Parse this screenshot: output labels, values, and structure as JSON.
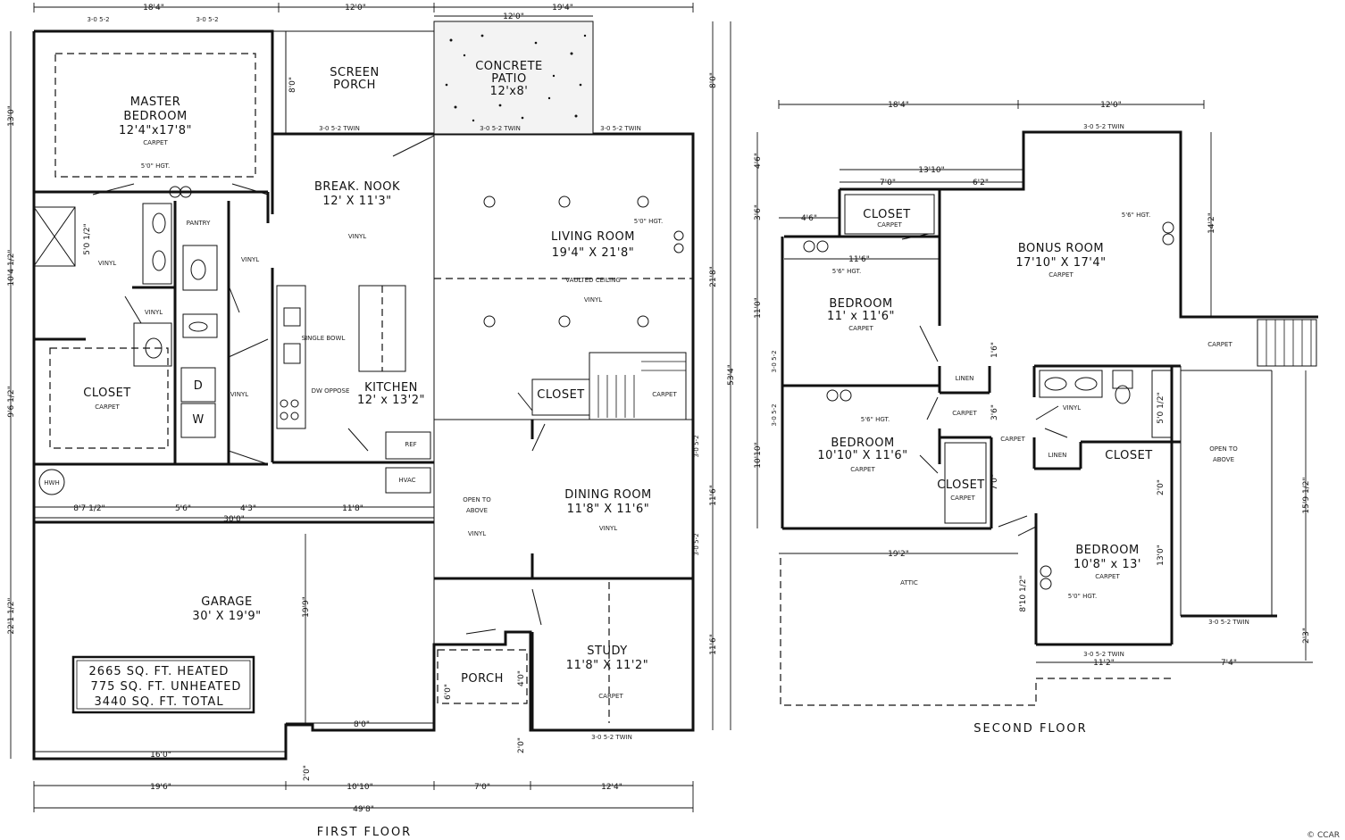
{
  "first_floor": {
    "label": "FIRST FLOOR",
    "rooms": {
      "master": {
        "name1": "MASTER",
        "name2": "BEDROOM",
        "size": "12'4\"x17'8\"",
        "floor": "CARPET"
      },
      "screen_porch": {
        "name1": "SCREEN",
        "name2": "PORCH"
      },
      "patio": {
        "name1": "CONCRETE",
        "name2": "PATIO",
        "size": "12'x8'"
      },
      "nook": {
        "name": "BREAK. NOOK",
        "size": "12' X 11'3\"",
        "floor": "VINYL"
      },
      "living": {
        "name": "LIVING ROOM",
        "size": "19'4\" X 21'8\"",
        "note": "VAULTED CEILING",
        "floor": "VINYL"
      },
      "pantry": {
        "name": "PANTRY"
      },
      "closet": {
        "name": "CLOSET",
        "floor": "CARPET"
      },
      "kitchen": {
        "name": "KITCHEN",
        "size": "12' x 13'2\"",
        "sink": "SINGLE BOWL",
        "dw": "DW OPPOSE"
      },
      "dining": {
        "name": "DINING ROOM",
        "size": "11'8\" X 11'6\"",
        "floor": "VINYL"
      },
      "garage": {
        "name": "GARAGE",
        "size": "30' X 19'9\""
      },
      "study": {
        "name": "STUDY",
        "size": "11'8\" X 11'2\"",
        "floor": "CARPET"
      },
      "porch": {
        "name": "PORCH"
      },
      "closet2": {
        "name": "CLOSET"
      },
      "open": {
        "line1": "OPEN TO",
        "line2": "ABOVE",
        "floor": "VINYL"
      },
      "carpet": "CARPET",
      "vinyl": "VINYL",
      "hvac": "HVAC",
      "ref": "REF",
      "hwh": "HWH",
      "washer": "W",
      "dryer": "D"
    },
    "sqft": [
      "2665 SQ. FT.   HEATED",
      "775 SQ. FT. UNHEATED",
      "3440 SQ. FT.   TOTAL"
    ],
    "dims_top": [
      "18'4\"",
      "12'0\"",
      "19'4\"",
      "12'0\""
    ],
    "dims_windows_top": [
      "3-0 5-2",
      "3-0 5-2"
    ],
    "dims_left": [
      "13'0\"",
      "10'4 1/2\"",
      "9'6 1/2\"",
      "22'1 1/2\""
    ],
    "dims_right": [
      "8'0\"",
      "21'8\"",
      "11'6\"",
      "11'6\"",
      "53'4\""
    ],
    "dims_bottom": [
      "19'6\"",
      "10'10\"",
      "7'0\"",
      "12'4\"",
      "49'8\""
    ],
    "dims_mid": [
      "8'7 1/2\"",
      "5'6\"",
      "4'3\"",
      "11'8\"",
      "30'0\"",
      "16'0\"",
      "8'0\"",
      "19'9\"",
      "6'0\"",
      "4'0\"",
      "2'0\"",
      "2'0\"",
      "8'0\"",
      "5'0 1/2\""
    ],
    "windows": [
      "3-0 5-2 TWIN",
      "3-0 5-2 TWIN",
      "3-0 5-2 TWIN",
      "3-0 5-2",
      "3-0 5-2",
      "3-0 5-2 TWIN"
    ],
    "notes": [
      "5'0\" HGT.",
      "5'0\" HGT."
    ]
  },
  "second_floor": {
    "label": "SECOND FLOOR",
    "rooms": {
      "bonus": {
        "name": "BONUS ROOM",
        "size": "17'10\" X 17'4\"",
        "floor": "CARPET"
      },
      "closet1": {
        "name": "CLOSET",
        "floor": "CARPET"
      },
      "bed1": {
        "name": "BEDROOM",
        "size": "11' x 11'6\"",
        "floor": "CARPET"
      },
      "bed2": {
        "name": "BEDROOM",
        "size": "10'10\" X 11'6\"",
        "floor": "CARPET"
      },
      "closet2": {
        "name": "CLOSET",
        "floor": "CARPET"
      },
      "bed3": {
        "name": "BEDROOM",
        "size": "10'8\" x 13'",
        "floor": "CARPET"
      },
      "closet3": {
        "name": "CLOSET"
      },
      "linen1": "LINEN",
      "linen2": "LINEN",
      "vinyl": "VINYL",
      "carpet": "CARPET",
      "open": {
        "line1": "OPEN TO",
        "line2": "ABOVE"
      },
      "attic": "ATTIC"
    },
    "dims_top": [
      "18'4\"",
      "12'0\"",
      "13'10\"",
      "7'0\"",
      "6'2\"",
      "4'6\""
    ],
    "dims_left": [
      "4'6\"",
      "3'6\"",
      "11'0\"",
      "10'10\""
    ],
    "dims_right": [
      "14'2\"",
      "15'9 1/2\"",
      "2'3\""
    ],
    "dims_bottom": [
      "19'2\"",
      "11'2\"",
      "7'4\""
    ],
    "dims_mid": [
      "11'6\"",
      "1'6\"",
      "3'6\"",
      "7'0\"",
      "2'0\"",
      "13'0\"",
      "8'10 1/2\"",
      "5'0 1/2\""
    ],
    "windows": [
      "3-0 5-2 TWIN",
      "3-0 5-2 TWIN",
      "3-0 5-2",
      "3-0 5-2",
      "3-0 5-2 TWIN"
    ],
    "notes": [
      "5'6\" HGT.",
      "5'6\" HGT.",
      "5'0\" HGT.",
      "5'6\" HGT."
    ]
  },
  "credit": "© CCAR"
}
